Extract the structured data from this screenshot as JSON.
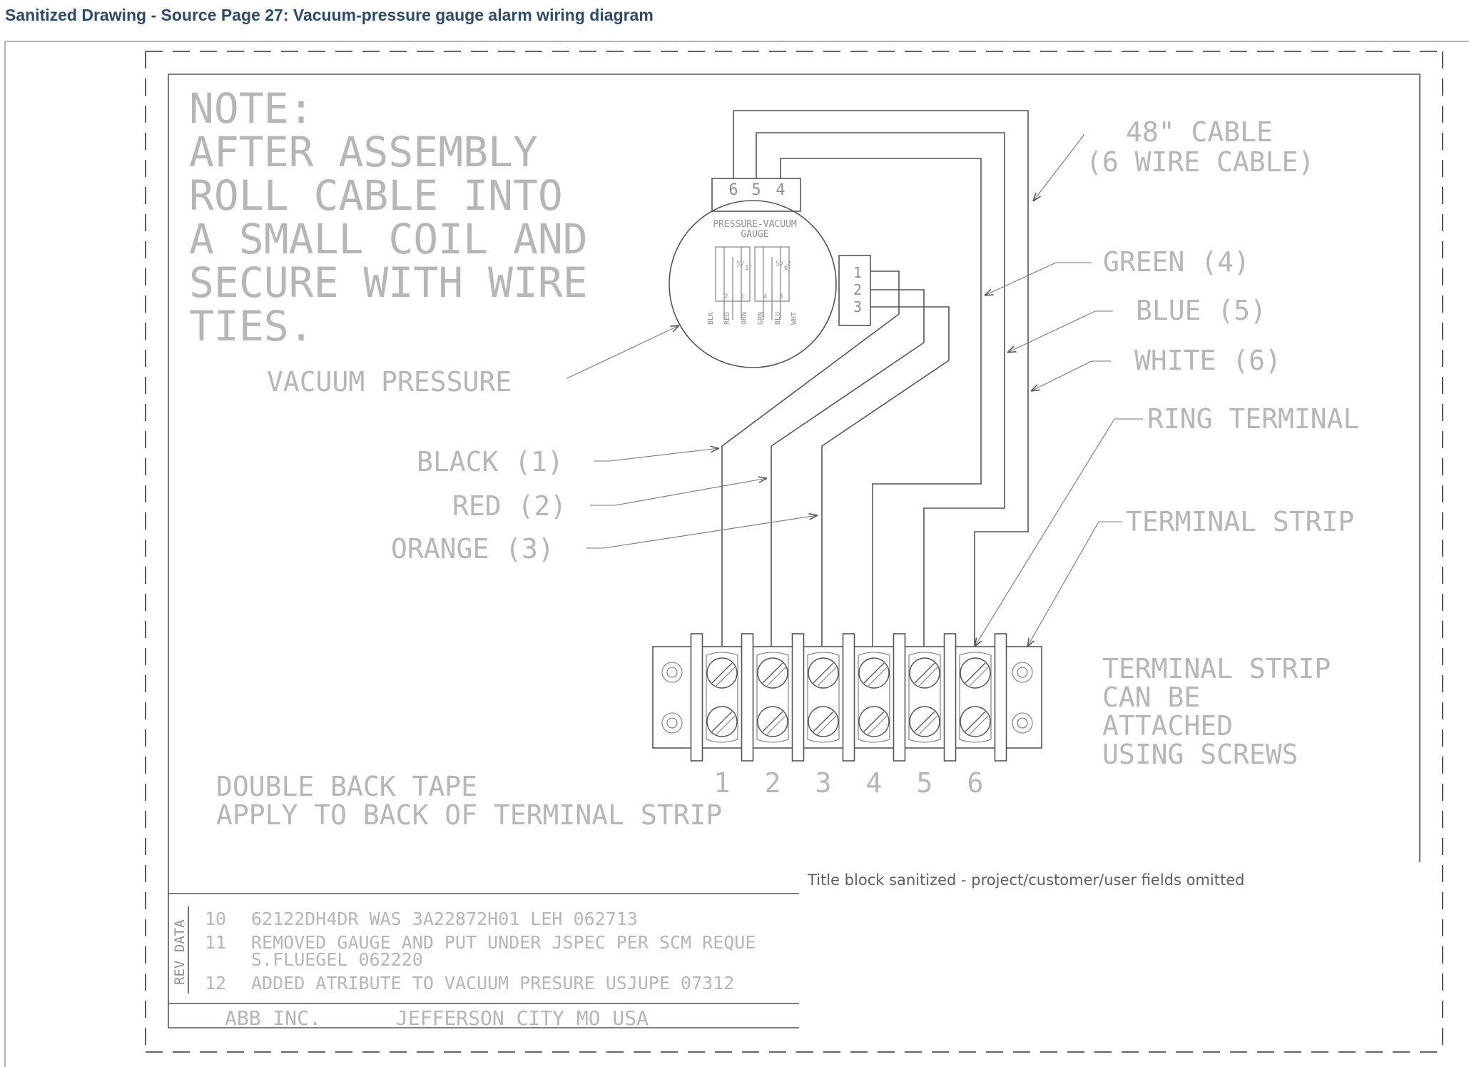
{
  "page": {
    "title": "Sanitized Drawing - Source Page 27: Vacuum-pressure gauge alarm wiring diagram"
  },
  "note": {
    "lines": [
      "NOTE:",
      "AFTER ASSEMBLY",
      "ROLL CABLE INTO",
      "A SMALL COIL AND",
      "SECURE WITH WIRE",
      "TIES."
    ]
  },
  "gauge": {
    "pins_top": [
      "6",
      "5",
      "4"
    ],
    "name_lines": [
      "PRESSURE-VACUUM",
      "GAUGE"
    ],
    "pins_side": [
      "1",
      "2",
      "3"
    ],
    "inner_wires": [
      "BLK",
      "RED",
      "ORN",
      "GRN",
      "BLU",
      "WHT"
    ],
    "inner_labels": [
      "SV 1",
      "SV 2",
      "1",
      "6",
      "2",
      "3",
      "4",
      "5"
    ],
    "callout": "VACUUM PRESSURE"
  },
  "cable": {
    "lines": [
      "48\" CABLE",
      "(6 WIRE CABLE)"
    ]
  },
  "wire_labels": {
    "green": "GREEN (4)",
    "blue": "BLUE (5)",
    "white": "WHITE (6)",
    "black": "BLACK (1)",
    "red": "RED (2)",
    "orange": "ORANGE (3)"
  },
  "callouts": {
    "ring_terminal": "RING TERMINAL",
    "terminal_strip": "TERMINAL STRIP",
    "strip_note_lines": [
      "TERMINAL STRIP",
      "CAN BE",
      "ATTACHED",
      "USING SCREWS"
    ],
    "tape_lines": [
      "DOUBLE BACK TAPE",
      "APPLY TO BACK OF TERMINAL STRIP"
    ]
  },
  "terminal_numbers": [
    "1",
    "2",
    "3",
    "4",
    "5",
    "6"
  ],
  "sanitized_note": "Title block sanitized - project/customer/user fields omitted",
  "rev_block": {
    "header": "REV DATA",
    "entries": [
      {
        "rev": "10",
        "lines": [
          "62122DH4DR WAS 3A22872H01 LEH 062713"
        ]
      },
      {
        "rev": "11",
        "lines": [
          "REMOVED GAUGE AND PUT UNDER JSPEC PER SCM REQUE",
          "S.FLUEGEL 062220"
        ]
      },
      {
        "rev": "12",
        "lines": [
          "ADDED ATRIBUTE TO VACUUM PRESURE  USJUPE  07312"
        ]
      }
    ],
    "company": "ABB INC.",
    "location": "JEFFERSON CITY MO USA"
  }
}
